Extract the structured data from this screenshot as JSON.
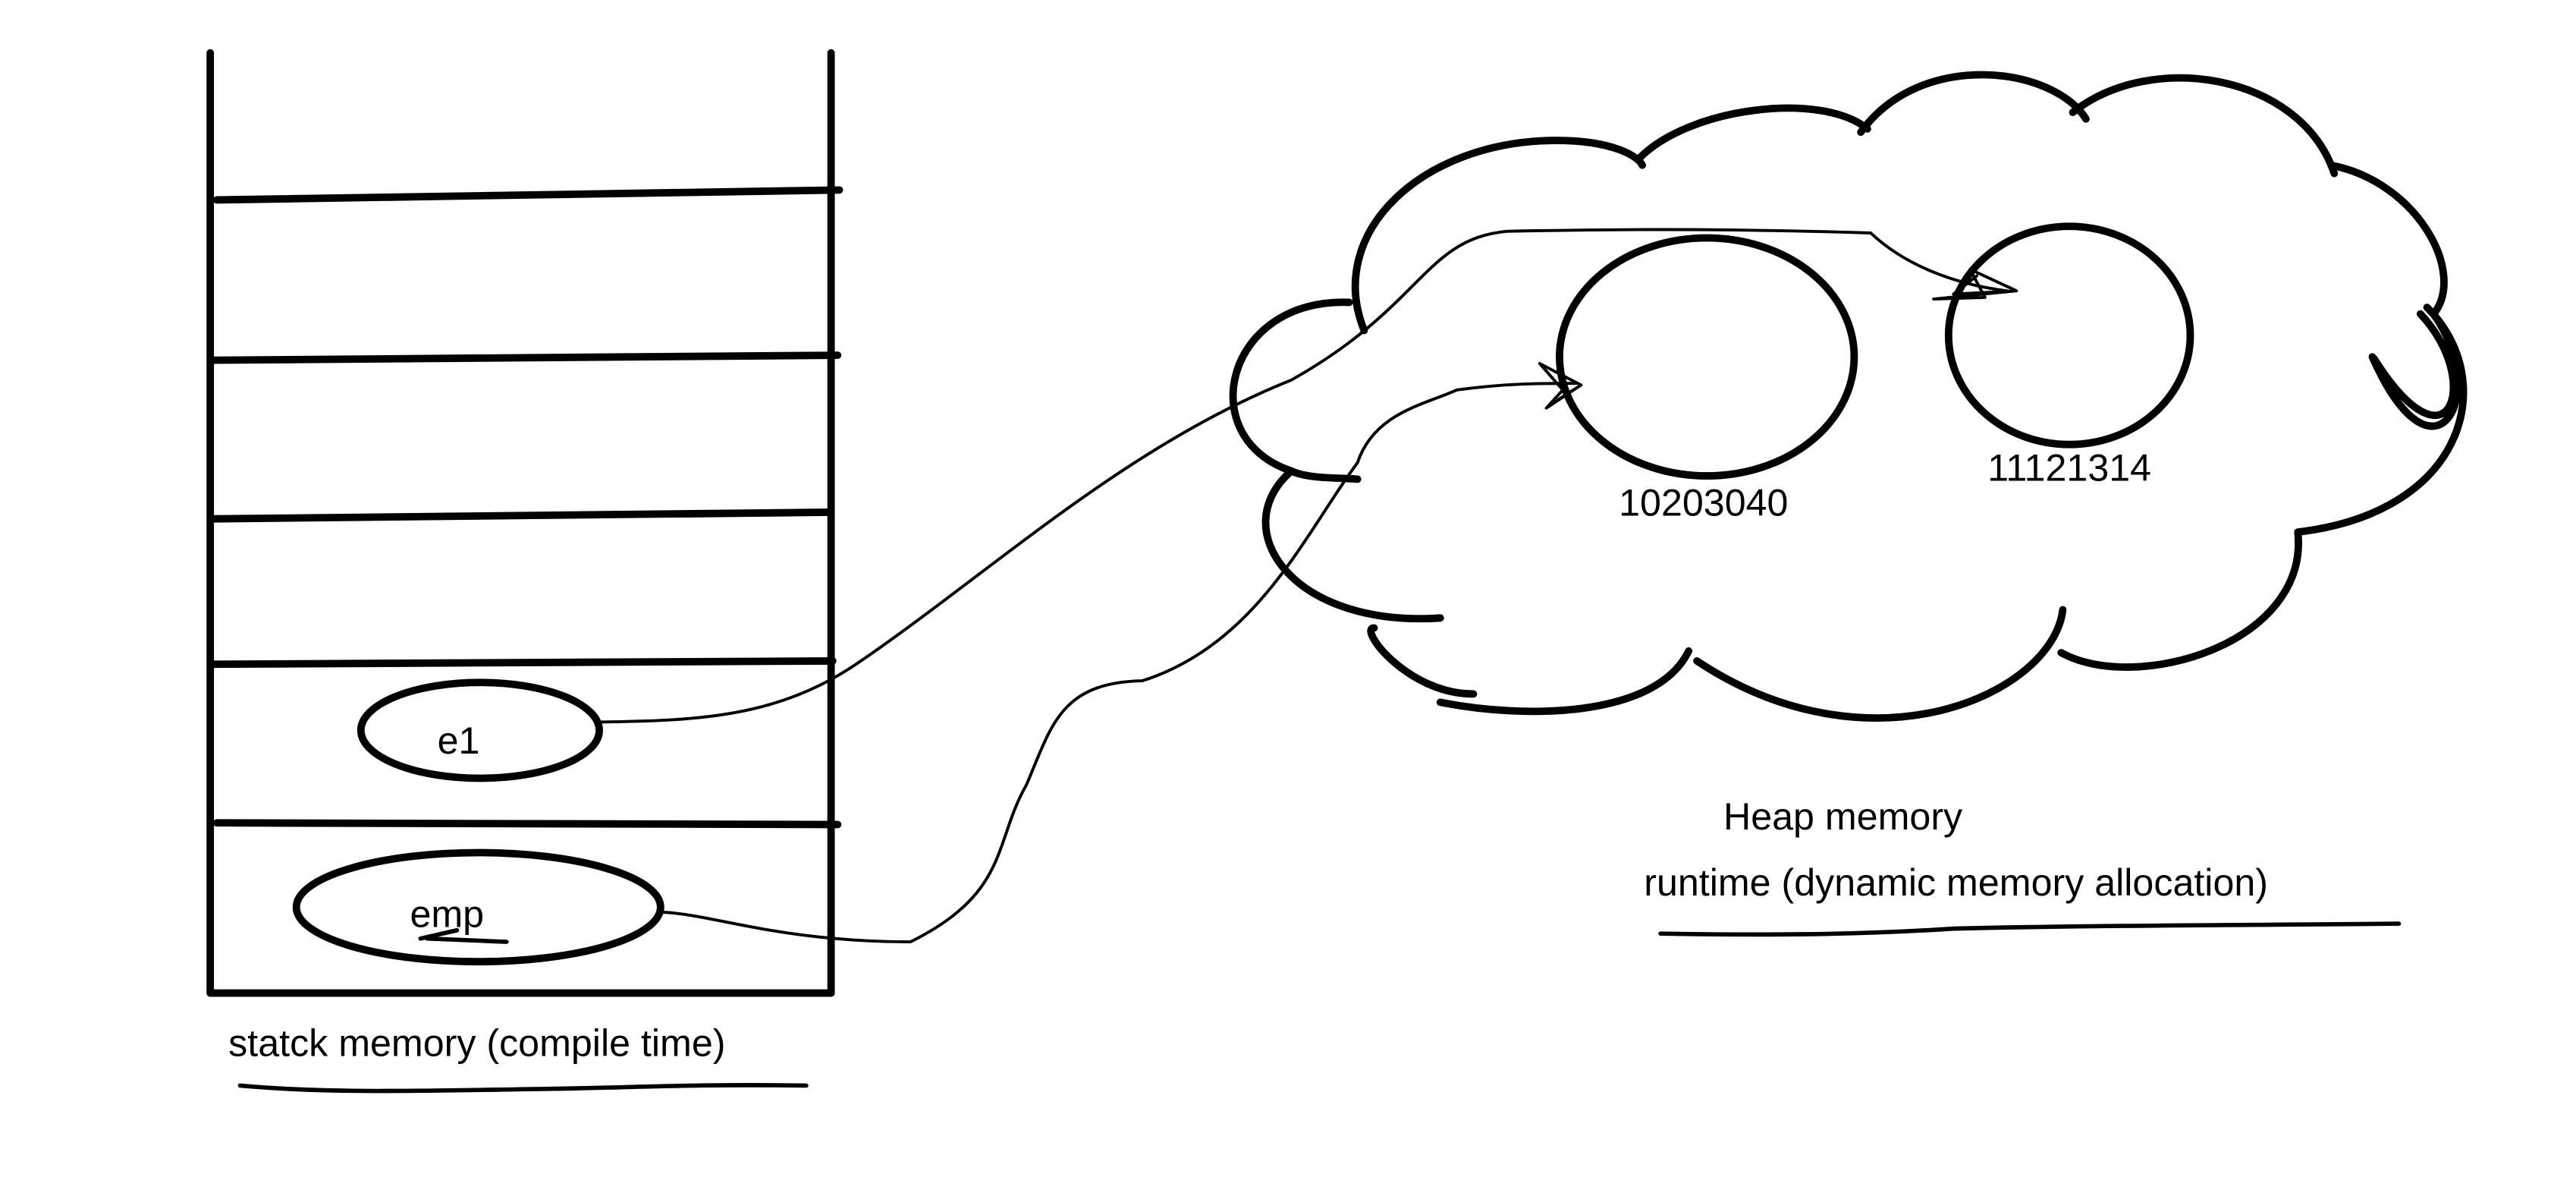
{
  "stack": {
    "variables": [
      "e1",
      "emp"
    ],
    "caption": "statck memory (compile time)"
  },
  "heap": {
    "objects": [
      "10203040",
      "11121314"
    ],
    "title": "Heap memory",
    "subtitle": "runtime (dynamic memory allocation)"
  }
}
